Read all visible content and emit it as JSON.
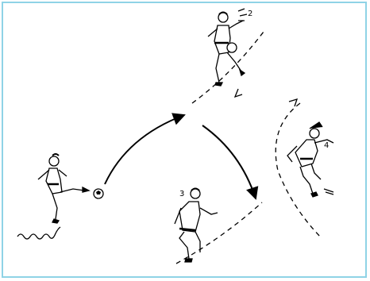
{
  "diagram": {
    "frame_color": "#8fd3e6",
    "ink_color": "#000000",
    "players": [
      {
        "id": "player-top",
        "number": "2"
      },
      {
        "id": "player-bottom",
        "number": "3"
      },
      {
        "id": "player-right",
        "number": "4"
      }
    ],
    "ball": {
      "icon": "soccer-ball-icon"
    }
  }
}
